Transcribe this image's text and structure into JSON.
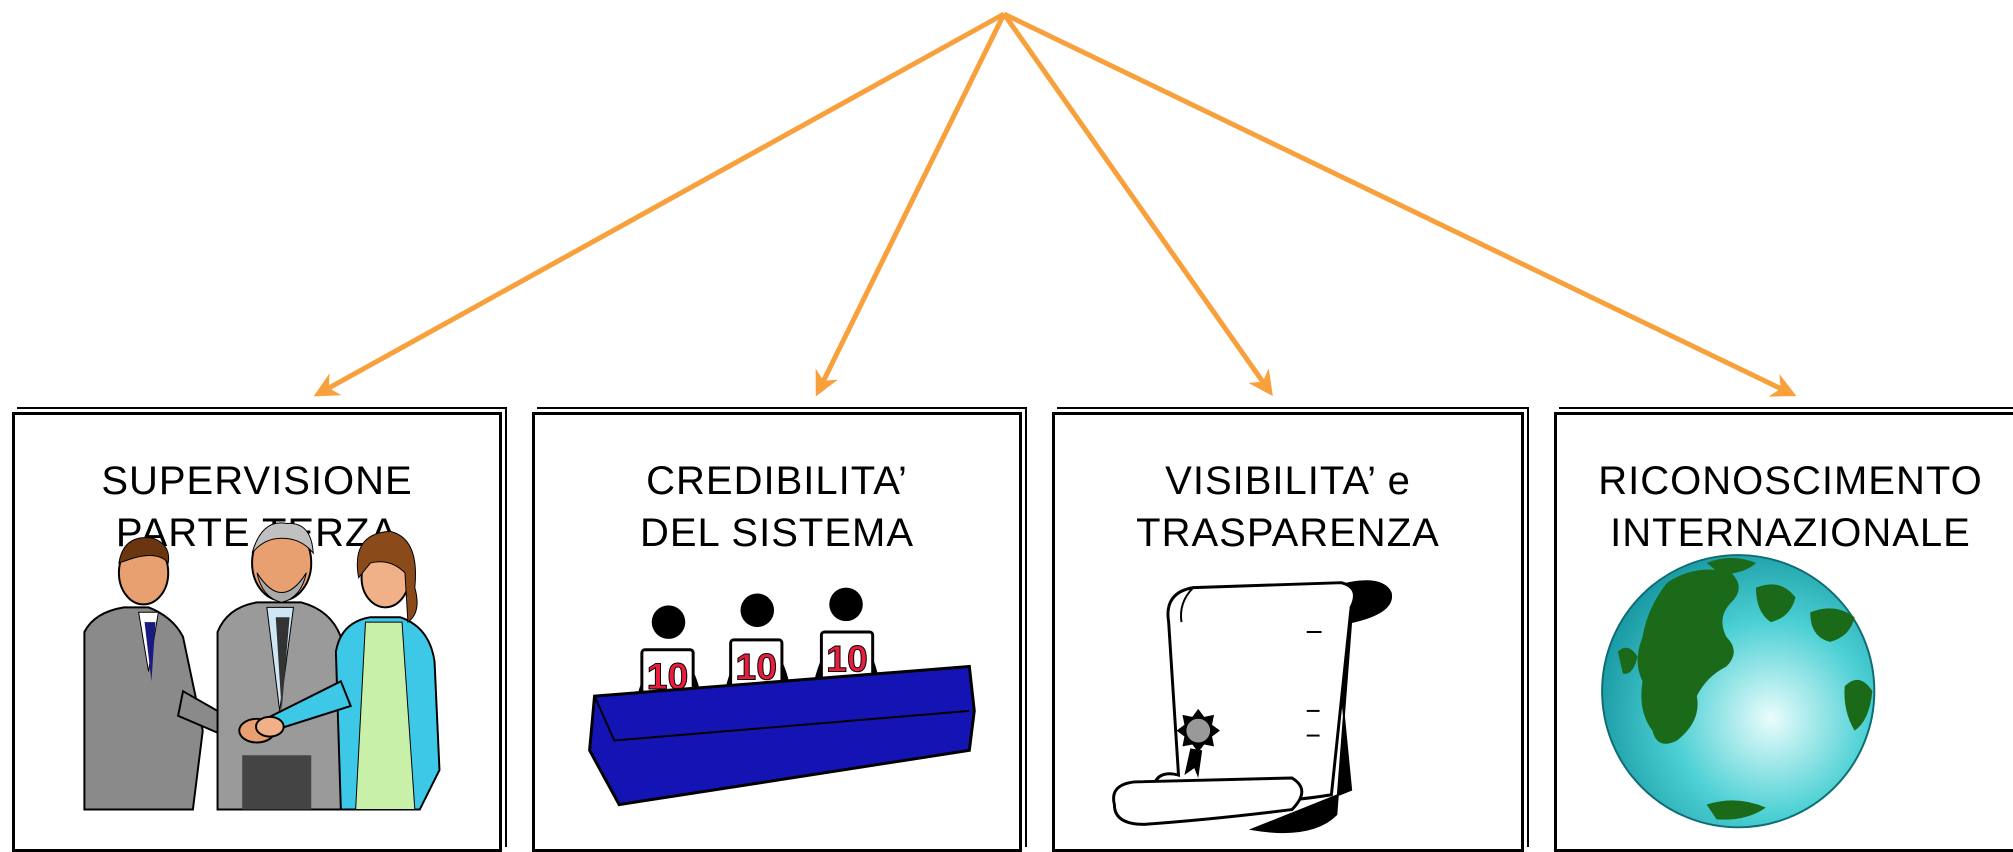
{
  "diagram": {
    "arrow_color": "#F7A03C",
    "cards": [
      {
        "line1": "SUPERVISIONE",
        "line2": "PARTE TERZA",
        "icon": "handshake-people-icon"
      },
      {
        "line1": "CREDIBILITA’",
        "line2": "DEL SISTEMA",
        "icon": "judges-score-10-icon",
        "scores": [
          "10",
          "10",
          "10"
        ]
      },
      {
        "line1": "VISIBILITA’ e",
        "line2": "TRASPARENZA",
        "icon": "certificate-scroll-icon"
      },
      {
        "line1": "RICONOSCIMENTO",
        "line2": "INTERNAZIONALE",
        "icon": "globe-icon"
      }
    ]
  }
}
